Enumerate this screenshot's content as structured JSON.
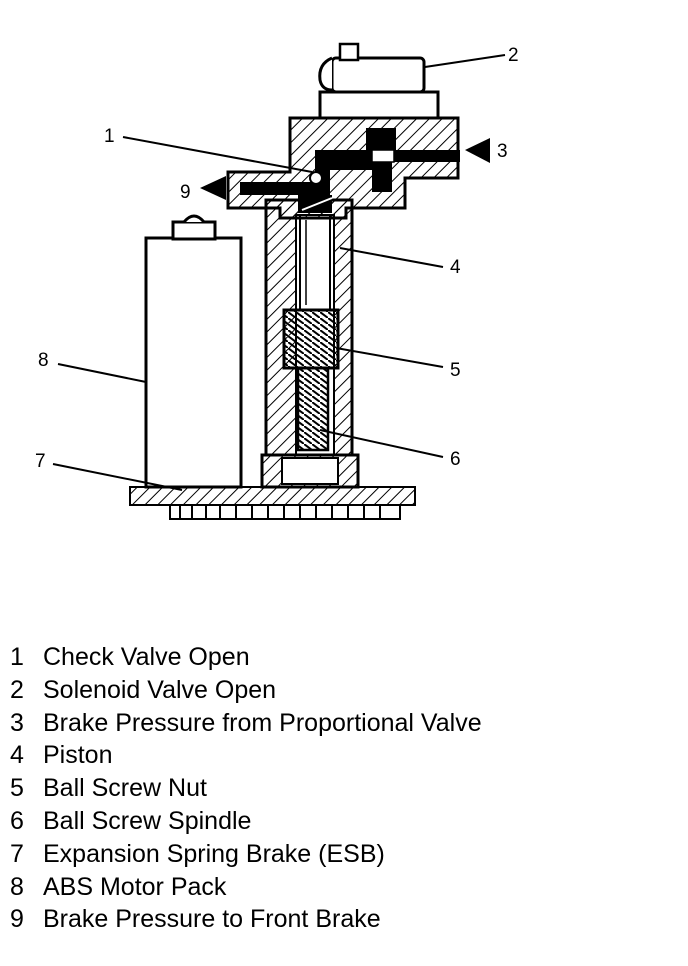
{
  "callouts": {
    "c1": "1",
    "c2": "2",
    "c3": "3",
    "c4": "4",
    "c5": "5",
    "c6": "6",
    "c7": "7",
    "c8": "8",
    "c9": "9"
  },
  "legend": [
    {
      "num": "1",
      "text": "Check Valve Open"
    },
    {
      "num": "2",
      "text": "Solenoid Valve Open"
    },
    {
      "num": "3",
      "text": "Brake Pressure from Proportional Valve"
    },
    {
      "num": "4",
      "text": "Piston"
    },
    {
      "num": "5",
      "text": "Ball Screw Nut"
    },
    {
      "num": "6",
      "text": "Ball Screw Spindle"
    },
    {
      "num": "7",
      "text": "Expansion Spring Brake (ESB)"
    },
    {
      "num": "8",
      "text": "ABS Motor Pack"
    },
    {
      "num": "9",
      "text": "Brake Pressure to Front Brake"
    }
  ]
}
